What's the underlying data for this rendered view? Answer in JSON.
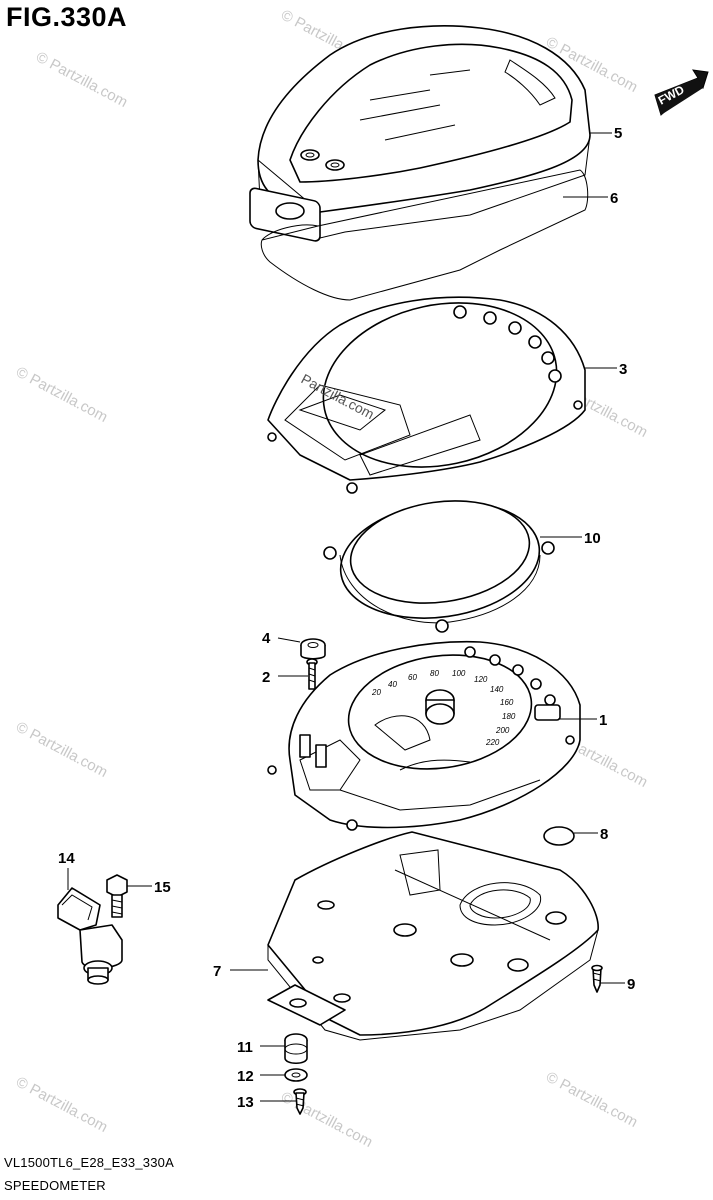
{
  "figure": {
    "title": "FIG.330A",
    "code": "VL1500TL6_E28_E33_330A",
    "name": "SPEEDOMETER",
    "fwd_label": "FWD"
  },
  "watermark": {
    "text": "© Partzilla.com",
    "dial_text": "Partzilla.com"
  },
  "dial": {
    "scale": [
      "20",
      "40",
      "60",
      "80",
      "100",
      "120",
      "140",
      "160",
      "180",
      "200",
      "220"
    ]
  },
  "callouts": [
    {
      "id": "1",
      "label": "1",
      "part": "speedometer-assembly"
    },
    {
      "id": "2",
      "label": "2",
      "part": "screw"
    },
    {
      "id": "3",
      "label": "3",
      "part": "meter-cover"
    },
    {
      "id": "4",
      "label": "4",
      "part": "cushion"
    },
    {
      "id": "5",
      "label": "5",
      "part": "upper-case"
    },
    {
      "id": "6",
      "label": "6",
      "part": "gasket"
    },
    {
      "id": "7",
      "label": "7",
      "part": "lower-case"
    },
    {
      "id": "8",
      "label": "8",
      "part": "cap"
    },
    {
      "id": "9",
      "label": "9",
      "part": "screw"
    },
    {
      "id": "10",
      "label": "10",
      "part": "ring"
    },
    {
      "id": "11",
      "label": "11",
      "part": "cushion"
    },
    {
      "id": "12",
      "label": "12",
      "part": "washer"
    },
    {
      "id": "13",
      "label": "13",
      "part": "screw"
    },
    {
      "id": "14",
      "label": "14",
      "part": "sensor"
    },
    {
      "id": "15",
      "label": "15",
      "part": "bolt"
    }
  ]
}
